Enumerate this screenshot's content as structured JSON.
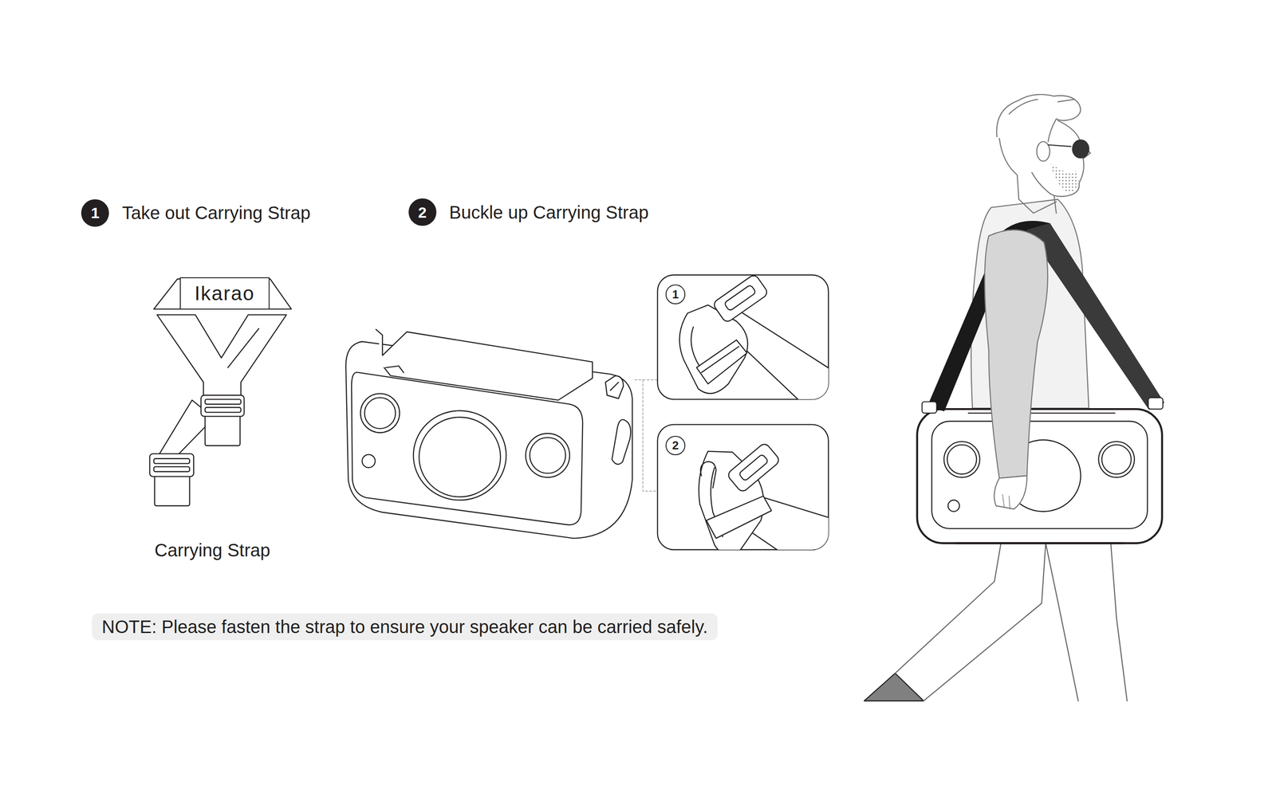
{
  "diagram": {
    "nodes": [
      {
        "text": [
          "1",
          "Take out Carrying Strap"
        ]
      },
      {
        "text": [
          "2",
          "Buckle up Carrying Strap"
        ]
      },
      {
        "text": [
          "Ikarao"
        ]
      },
      {
        "text": [
          "1"
        ]
      },
      {
        "text": [
          "2"
        ]
      },
      {
        "text": [
          "NOTE: Please fasten the strap to ensure your speaker can be carried safely."
        ]
      }
    ],
    "labels": [
      "Carrying Strap"
    ]
  }
}
